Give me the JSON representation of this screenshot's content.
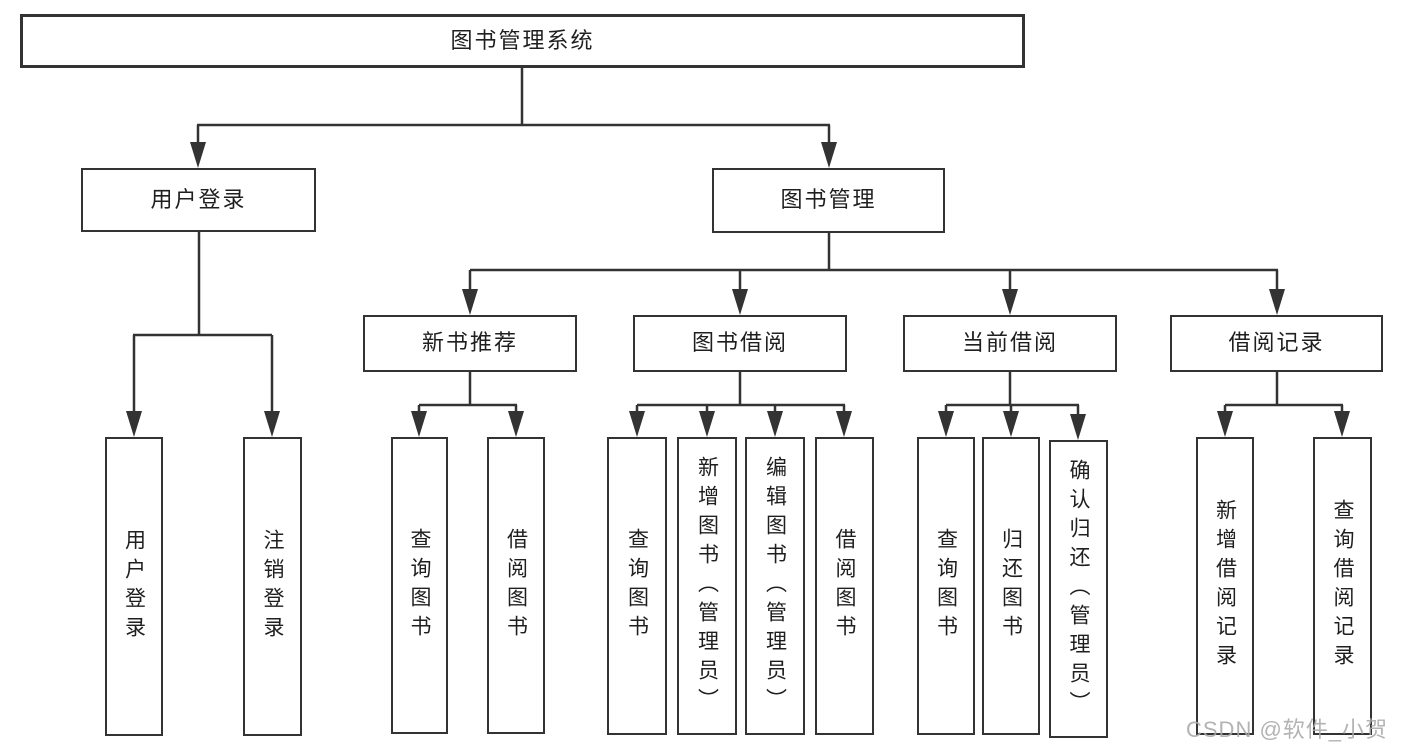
{
  "colors": {
    "line": "#333333",
    "text": "#1f1f1f",
    "background": "#ffffff",
    "watermark": "#a9a9a9"
  },
  "watermark": "CSDN @软件_小贺同学",
  "tree": {
    "label": "图书管理系统",
    "children": [
      {
        "label": "用户登录",
        "children": [
          {
            "label": "用户登录"
          },
          {
            "label": "注销登录"
          }
        ]
      },
      {
        "label": "图书管理",
        "children": [
          {
            "label": "新书推荐",
            "children": [
              {
                "label": "查询图书"
              },
              {
                "label": "借阅图书"
              }
            ]
          },
          {
            "label": "图书借阅",
            "children": [
              {
                "label": "查询图书"
              },
              {
                "label": "新增图书（管理员）"
              },
              {
                "label": "编辑图书（管理员）"
              },
              {
                "label": "借阅图书"
              }
            ]
          },
          {
            "label": "当前借阅",
            "children": [
              {
                "label": "查询图书"
              },
              {
                "label": "归还图书"
              },
              {
                "label": "确认归还（管理员）"
              }
            ]
          },
          {
            "label": "借阅记录",
            "children": [
              {
                "label": "新增借阅记录"
              },
              {
                "label": "查询借阅记录"
              }
            ]
          }
        ]
      }
    ]
  }
}
